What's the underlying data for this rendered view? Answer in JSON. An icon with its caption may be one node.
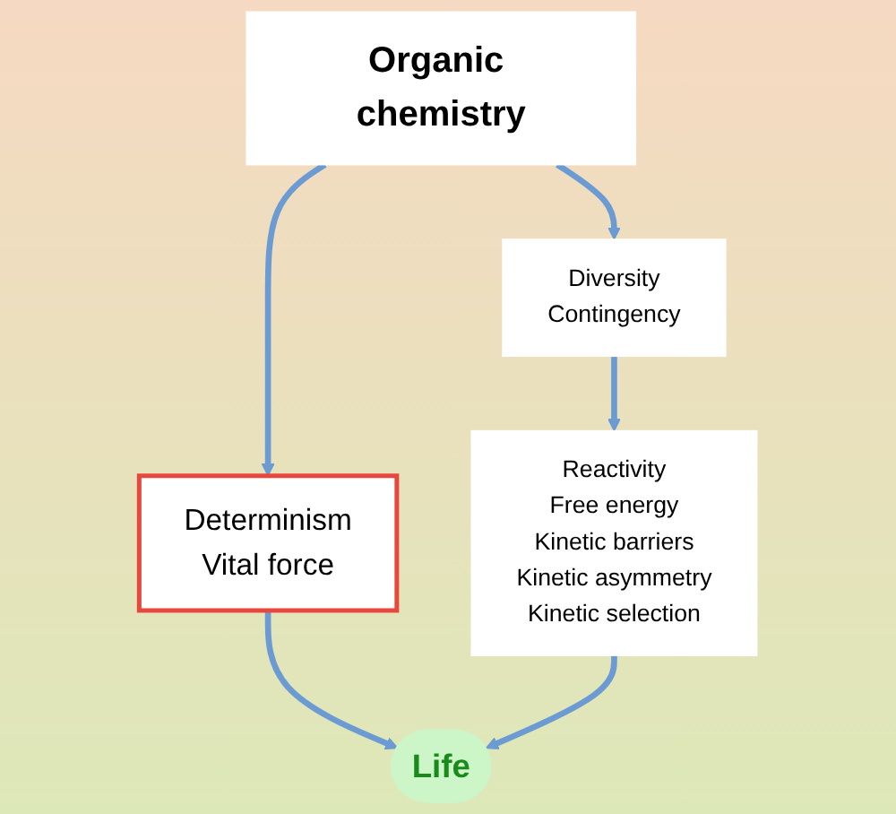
{
  "diagram": {
    "nodes": [
      {
        "text": [
          "Organic chemistry"
        ]
      },
      {
        "text": [
          "Determinism",
          "Vital force"
        ]
      },
      {
        "text": [
          "Diversity",
          "Contingency"
        ]
      },
      {
        "text": [
          "Reactivity",
          "Free energy",
          "Kinetic barriers",
          "Kinetic asymmetry",
          "Kinetic selection"
        ]
      },
      {
        "text": [
          "Life"
        ]
      }
    ],
    "edges": [
      {
        "from": 0,
        "to": 1,
        "arrow": "to"
      },
      {
        "from": 1,
        "to": 4,
        "arrow": "to"
      },
      {
        "from": 0,
        "to": 2,
        "arrow": "to"
      },
      {
        "from": 2,
        "to": 3,
        "arrow": "to"
      },
      {
        "from": 3,
        "to": 4,
        "arrow": "to"
      }
    ]
  }
}
